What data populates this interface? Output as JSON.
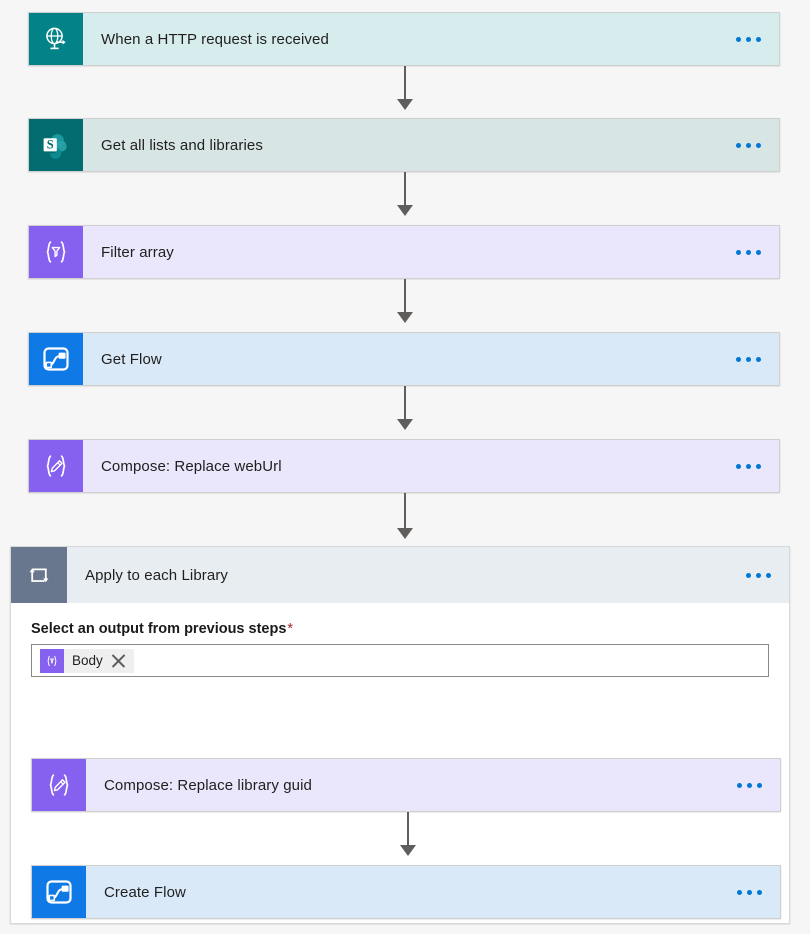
{
  "flow": {
    "steps": [
      {
        "id": "http-trigger",
        "title": "When a HTTP request is received",
        "icon": "http-request-icon",
        "card_class": "c-http",
        "icon_class": "i-http",
        "menu": "..."
      },
      {
        "id": "get-all-lists",
        "title": "Get all lists and libraries",
        "icon": "sharepoint-icon",
        "card_class": "c-sp",
        "icon_class": "i-sp",
        "menu": "..."
      },
      {
        "id": "filter-array",
        "title": "Filter array",
        "icon": "filter-array-icon",
        "card_class": "c-purple",
        "icon_class": "i-purple",
        "menu": "..."
      },
      {
        "id": "get-flow",
        "title": "Get Flow",
        "icon": "power-automate-icon",
        "card_class": "c-blue",
        "icon_class": "i-blue",
        "menu": "..."
      },
      {
        "id": "compose-replace-weburl",
        "title": "Compose: Replace webUrl",
        "icon": "compose-icon",
        "card_class": "c-purple",
        "icon_class": "i-purple",
        "menu": "..."
      }
    ]
  },
  "scope": {
    "title": "Apply to each Library",
    "icon": "loop-icon",
    "menu": "...",
    "field": {
      "label": "Select an output from previous steps",
      "required_marker": "*",
      "token": {
        "icon": "filter-array-token-icon",
        "text": "Body",
        "remove": "remove-token-icon"
      }
    },
    "steps": [
      {
        "id": "compose-replace-library-guid",
        "title": "Compose: Replace library guid",
        "icon": "compose-icon",
        "card_class": "c-purple",
        "icon_class": "i-purple",
        "menu": "..."
      },
      {
        "id": "create-flow",
        "title": "Create Flow",
        "icon": "power-automate-icon",
        "card_class": "c-blue",
        "icon_class": "i-blue",
        "menu": "..."
      }
    ]
  },
  "colors": {
    "accent": "#0078d4",
    "http_teal": "#038387",
    "sharepoint_teal": "#036c70",
    "purple": "#8661f0",
    "power_automate_blue": "#0f7ae5",
    "loop_gray": "#68778d",
    "required_red": "#a4262c"
  }
}
